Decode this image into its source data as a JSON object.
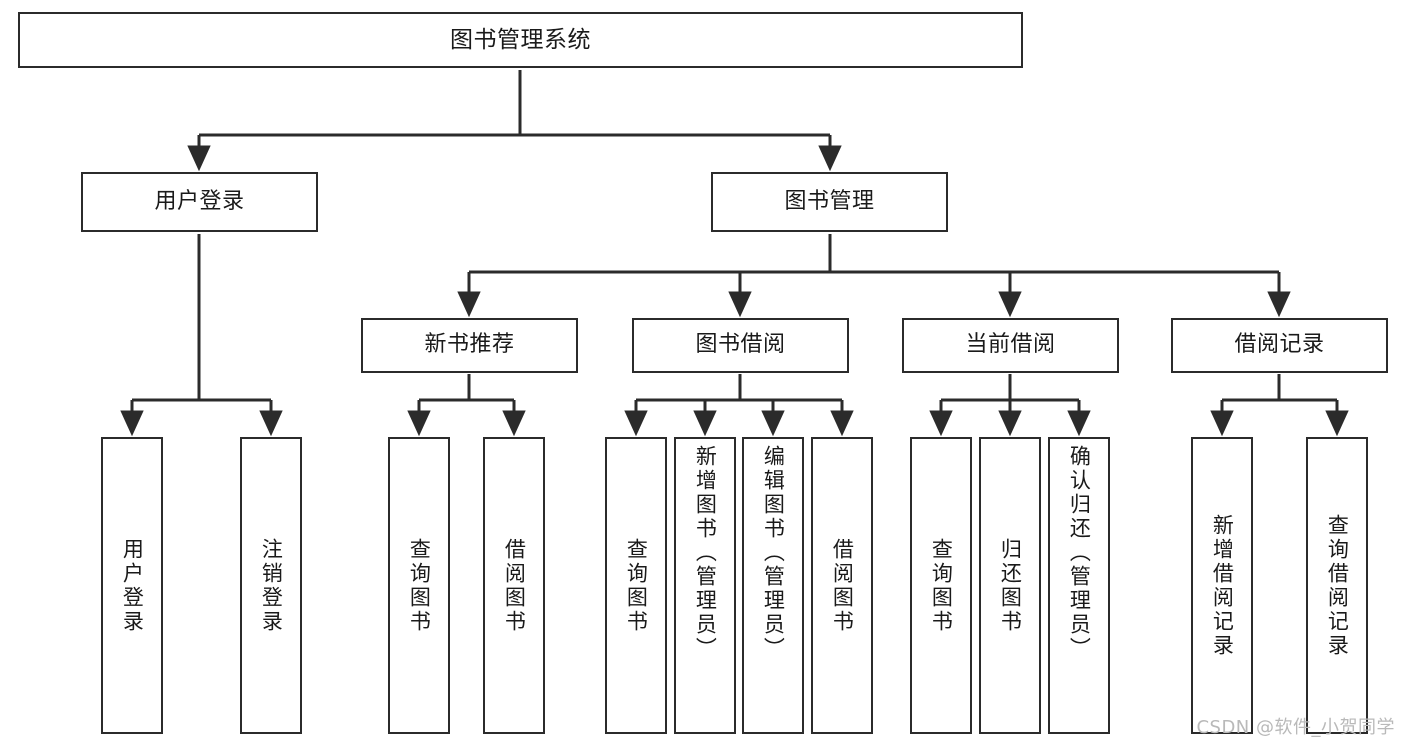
{
  "diagram": {
    "title": "图书管理系统",
    "watermark": "CSDN @软件_小贺同学",
    "colors": {
      "stroke": "#2b2b2b",
      "fill": "#ffffff",
      "text": "#1a1a1a",
      "watermark": "#b9b9b9"
    },
    "root": {
      "label": "图书管理系统"
    },
    "level2": [
      {
        "label": "用户登录"
      },
      {
        "label": "图书管理"
      }
    ],
    "level3": [
      {
        "label": "新书推荐"
      },
      {
        "label": "图书借阅"
      },
      {
        "label": "当前借阅"
      },
      {
        "label": "借阅记录"
      }
    ],
    "leaves": [
      {
        "label": "用户登录"
      },
      {
        "label": "注销登录"
      },
      {
        "label": "查询图书"
      },
      {
        "label": "借阅图书"
      },
      {
        "label": "查询图书"
      },
      {
        "label": "新增图书（管理员）"
      },
      {
        "label": "编辑图书（管理员）"
      },
      {
        "label": "借阅图书"
      },
      {
        "label": "查询图书"
      },
      {
        "label": "归还图书"
      },
      {
        "label": "确认归还（管理员）"
      },
      {
        "label": "新增借阅记录"
      },
      {
        "label": "查询借阅记录"
      }
    ]
  }
}
